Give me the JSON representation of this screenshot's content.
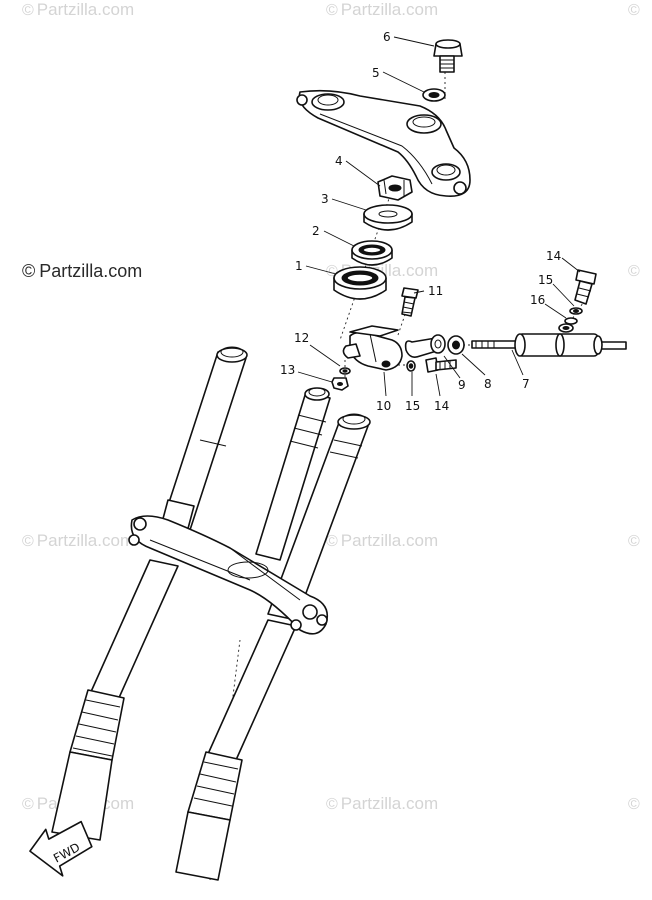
{
  "watermark": {
    "symbol": "©",
    "text": "Partzilla.com"
  },
  "brand": {
    "symbol": "©",
    "text": "Partzilla.com"
  },
  "arrow_label": "FWD",
  "callouts": {
    "c1": "1",
    "c2": "2",
    "c3": "3",
    "c4": "4",
    "c5": "5",
    "c6": "6",
    "c7": "7",
    "c8": "8",
    "c9": "9",
    "c10": "10",
    "c11": "11",
    "c12": "12",
    "c13": "13",
    "c14a": "14",
    "c14b": "14",
    "c15a": "15",
    "c15b": "15",
    "c16": "16"
  }
}
